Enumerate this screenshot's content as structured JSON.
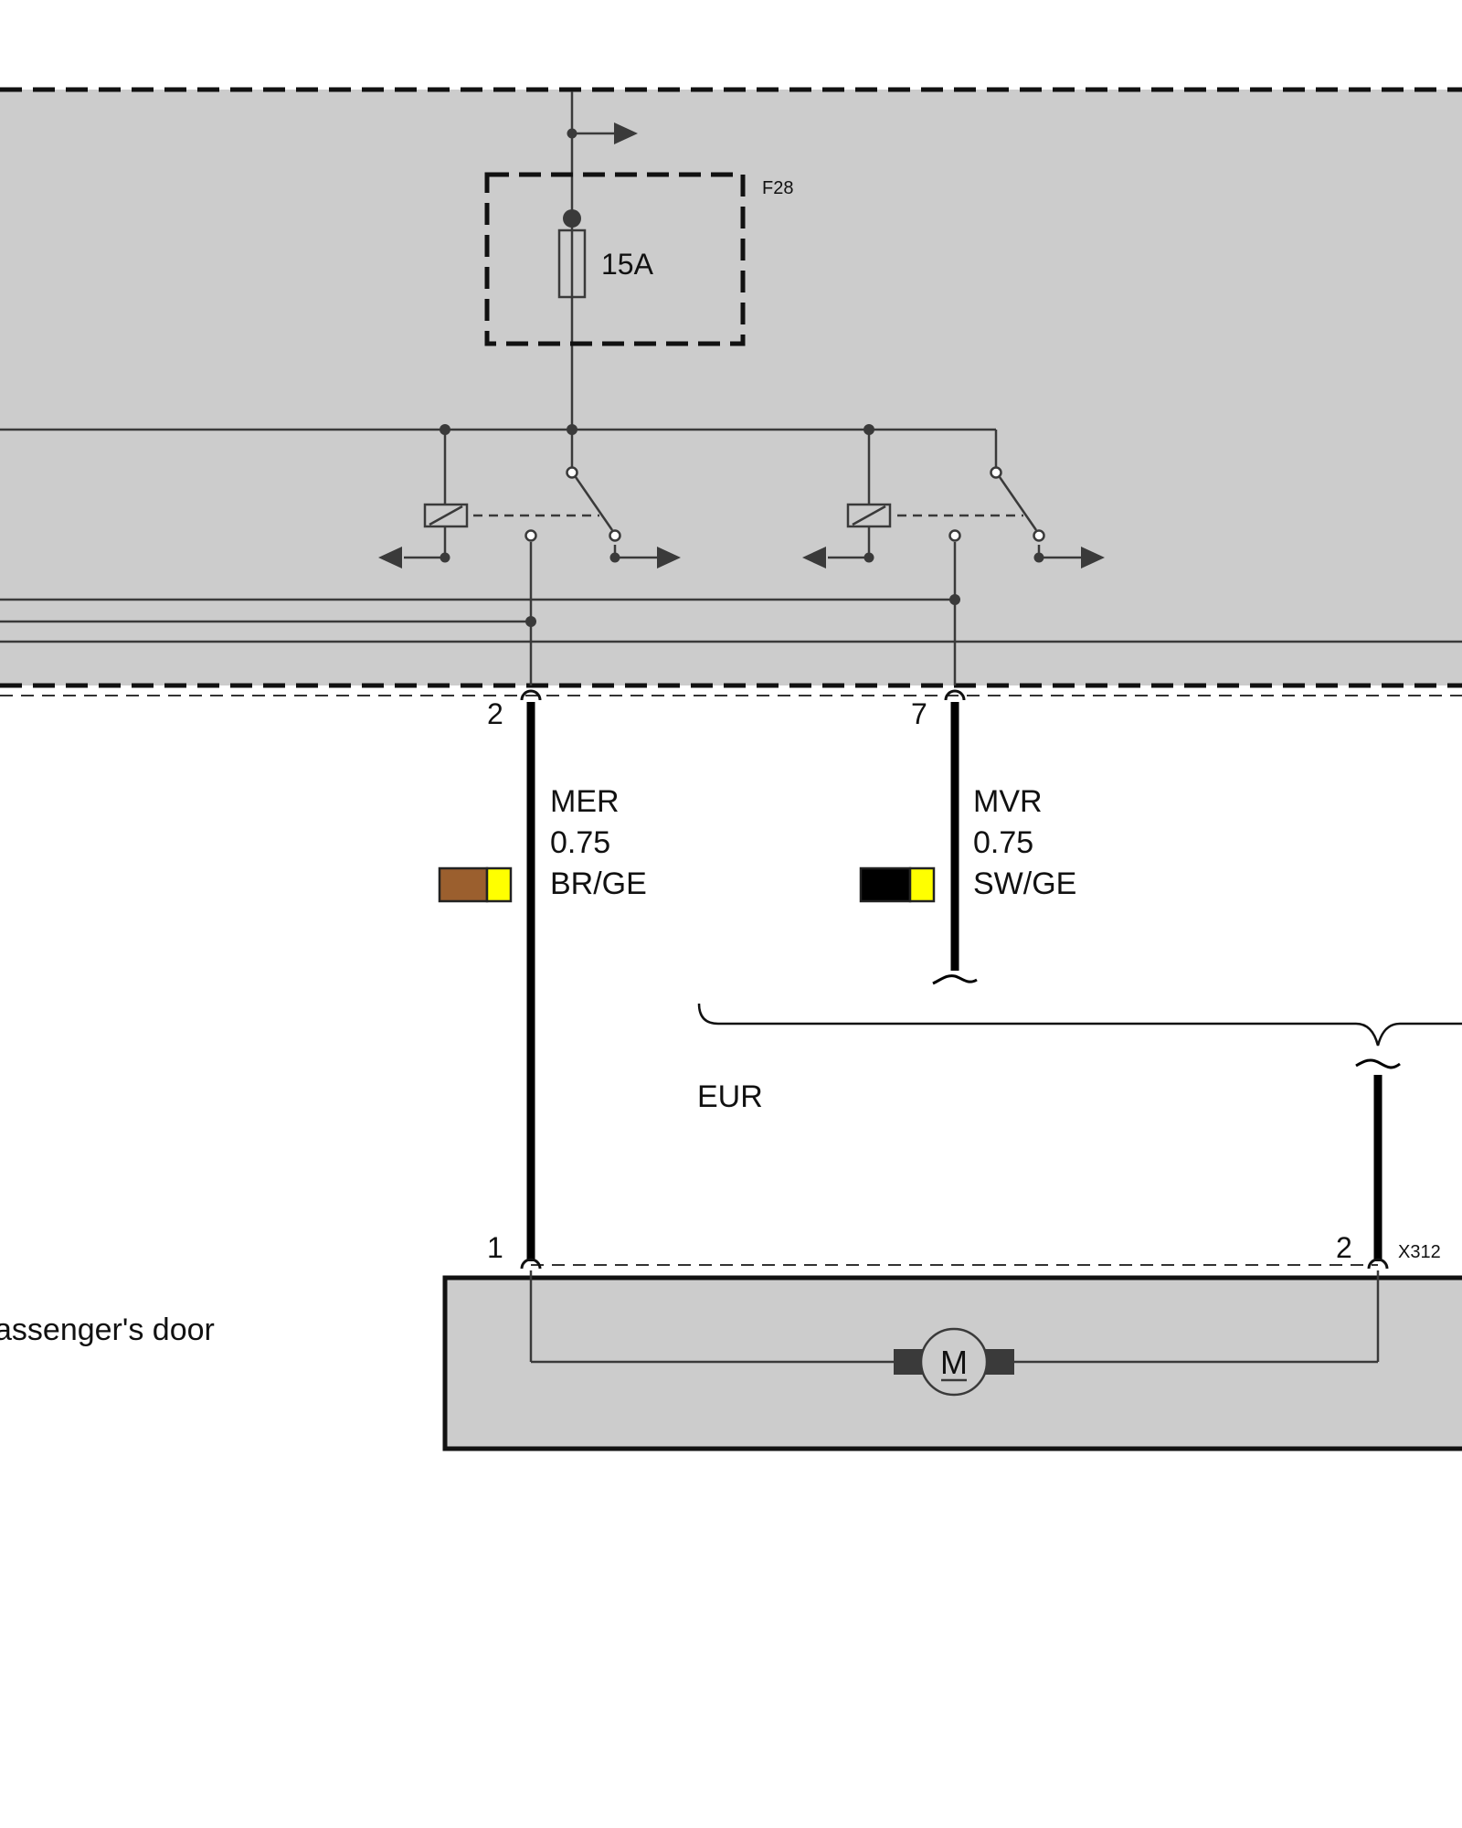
{
  "fuse": {
    "id": "F28",
    "rating": "15A"
  },
  "top_module": {
    "pins": [
      {
        "number": "2"
      },
      {
        "number": "7"
      }
    ]
  },
  "wires": [
    {
      "signal": "MER",
      "gauge": "0.75",
      "color_code": "BR/GE",
      "colors": [
        "#9B5F2E",
        "#FFFF00"
      ]
    },
    {
      "signal": "MVR",
      "gauge": "0.75",
      "color_code": "SW/GE",
      "colors": [
        "#000000",
        "#FFFF00"
      ]
    }
  ],
  "variant": {
    "label": "EUR"
  },
  "connector": {
    "id": "X312",
    "pins": [
      {
        "number": "1"
      },
      {
        "number": "2"
      }
    ]
  },
  "bottom_module": {
    "label": "assenger's door",
    "motor_symbol": "M"
  },
  "colors": {
    "module_fill": "#cccccc",
    "line": "#3a3a3a",
    "wire": "#000000"
  }
}
